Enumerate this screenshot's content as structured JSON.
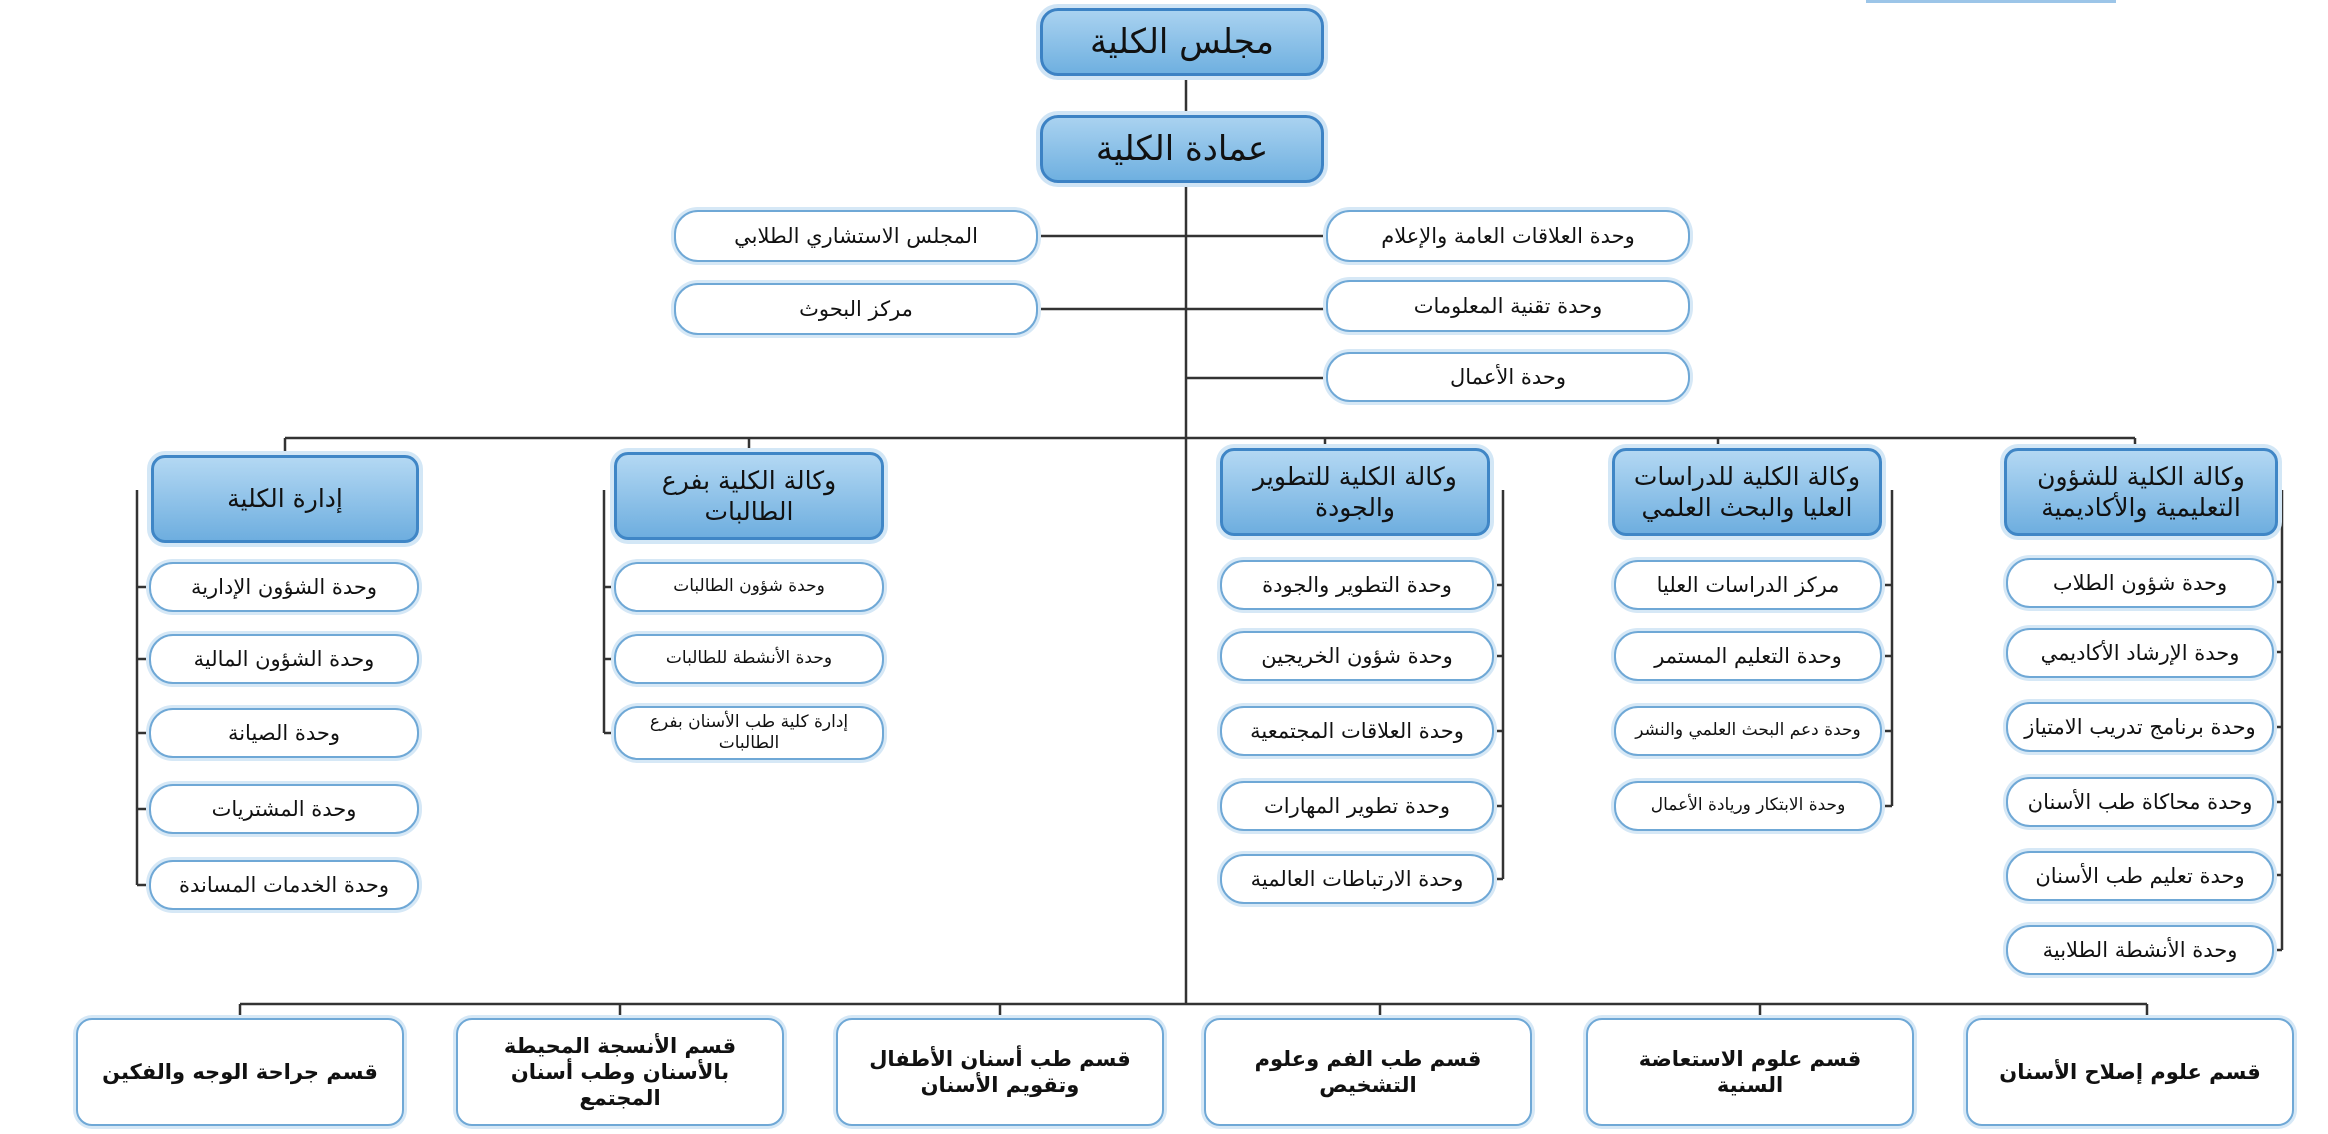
{
  "council": "مجلس الكلية",
  "deanship": "عمادة الكلية",
  "staff_left": [
    "المجلس الاستشاري الطلابي",
    "مركز البحوث"
  ],
  "staff_right": [
    "وحدة العلاقات العامة والإعلام",
    "وحدة تقنية المعلومات",
    "وحدة الأعمال"
  ],
  "branches": [
    {
      "title": "وكالة الكلية للشؤون التعليمية والأكاديمية",
      "units": [
        "وحدة شؤون الطلاب",
        "وحدة الإرشاد الأكاديمي",
        "وحدة برنامج تدريب الامتياز",
        "وحدة محاكاة طب الأسنان",
        "وحدة تعليم طب الأسنان",
        "وحدة الأنشطة الطلابية"
      ]
    },
    {
      "title": "وكالة الكلية للدراسات العليا والبحث العلمي",
      "units": [
        "مركز الدراسات العليا",
        "وحدة التعليم المستمر",
        "وحدة دعم البحث العلمي والنشر",
        "وحدة الابتكار وريادة الأعمال"
      ]
    },
    {
      "title": "وكالة الكلية للتطوير والجودة",
      "units": [
        "وحدة التطوير والجودة",
        "وحدة شؤون الخريجين",
        "وحدة العلاقات المجتمعية",
        "وحدة تطوير المهارات",
        "وحدة الارتباطات العالمية"
      ]
    },
    {
      "title": "وكالة الكلية بفرع الطالبات",
      "units": [
        "وحدة شؤون الطالبات",
        "وحدة الأنشطة للطالبات",
        "إدارة كلية طب الأسنان بفرع الطالبات"
      ]
    },
    {
      "title": "إدارة الكلية",
      "units": [
        "وحدة الشؤون الإدارية",
        "وحدة الشؤون المالية",
        "وحدة الصيانة",
        "وحدة المشتريات",
        "وحدة الخدمات المساندة"
      ]
    }
  ],
  "departments": [
    "قسم علوم إصلاح الأسنان",
    "قسم علوم الاستعاضة السنية",
    "قسم طب الفم وعلوم التشخيص",
    "قسم طب أسنان الأطفال وتقويم الأسنان",
    "قسم الأنسجة المحيطة بالأسنان وطب أسنان المجتمع",
    "قسم جراحة الوجه والفكين"
  ],
  "colors": {
    "box_fill": "#6fb0e0",
    "box_border": "#3c82c4",
    "line": "#333333"
  }
}
